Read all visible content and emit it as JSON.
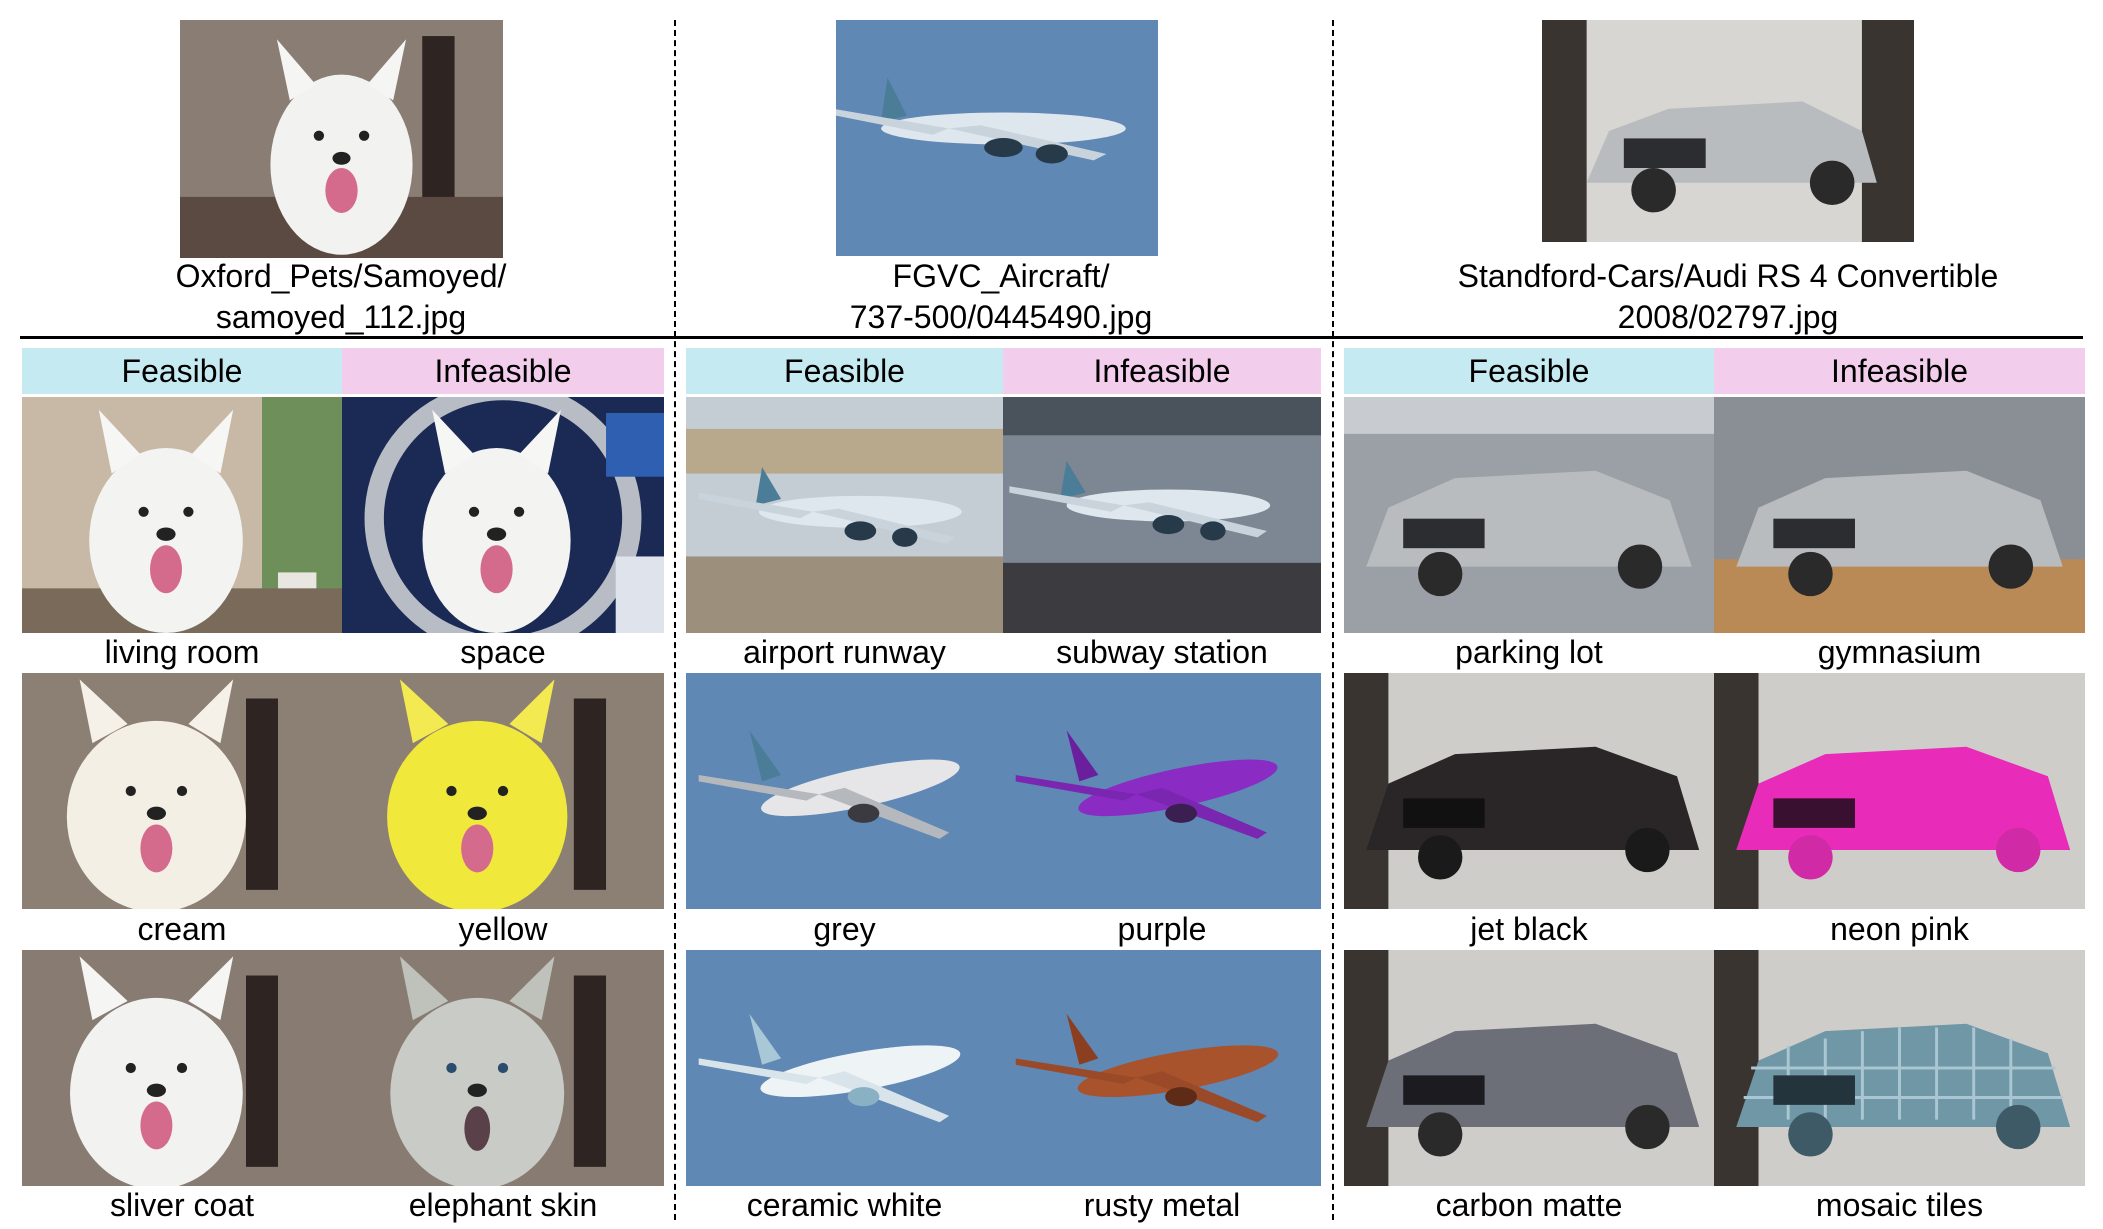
{
  "headers": {
    "feasible": "Feasible",
    "infeasible": "Infeasible"
  },
  "columns": [
    {
      "source_caption": [
        "Oxford_Pets/Samoyed/",
        "samoyed_112.jpg"
      ],
      "rows": [
        {
          "feasible": "living room",
          "infeasible": "space"
        },
        {
          "feasible": "cream",
          "infeasible": "yellow"
        },
        {
          "feasible": "sliver coat",
          "infeasible": "elephant skin"
        }
      ]
    },
    {
      "source_caption": [
        "FGVC_Aircraft/",
        "737-500/0445490.jpg"
      ],
      "rows": [
        {
          "feasible": "airport runway",
          "infeasible": "subway station"
        },
        {
          "feasible": "grey",
          "infeasible": "purple"
        },
        {
          "feasible": "ceramic white",
          "infeasible": "rusty metal"
        }
      ]
    },
    {
      "source_caption": [
        "Standford-Cars/Audi RS 4 Convertible",
        "2008/02797.jpg"
      ],
      "rows": [
        {
          "feasible": "parking lot",
          "infeasible": "gymnasium"
        },
        {
          "feasible": "jet black",
          "infeasible": "neon pink"
        },
        {
          "feasible": "carbon matte",
          "infeasible": "mosaic tiles"
        }
      ]
    }
  ],
  "colors": {
    "feasible_header": "#c6eaf2",
    "infeasible_header": "#f3cdec",
    "separator": "#000000"
  }
}
